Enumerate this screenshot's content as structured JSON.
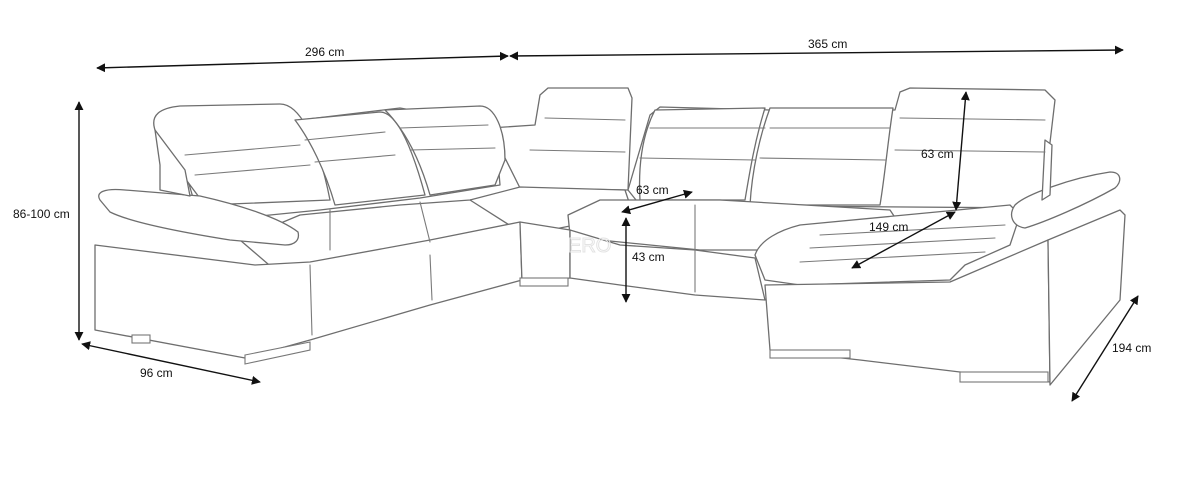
{
  "dimensions": {
    "left_width": "296 cm",
    "right_width": "365 cm",
    "height": "86-100 cm",
    "depth_left": "96 cm",
    "depth_right": "194 cm",
    "headrest_height": "63 cm",
    "seat_depth": "63 cm",
    "seat_height": "43 cm",
    "chaise_length": "149 cm"
  },
  "watermark": "ERO",
  "colors": {
    "outline": "#6e6e6e",
    "dimension": "#111111"
  }
}
